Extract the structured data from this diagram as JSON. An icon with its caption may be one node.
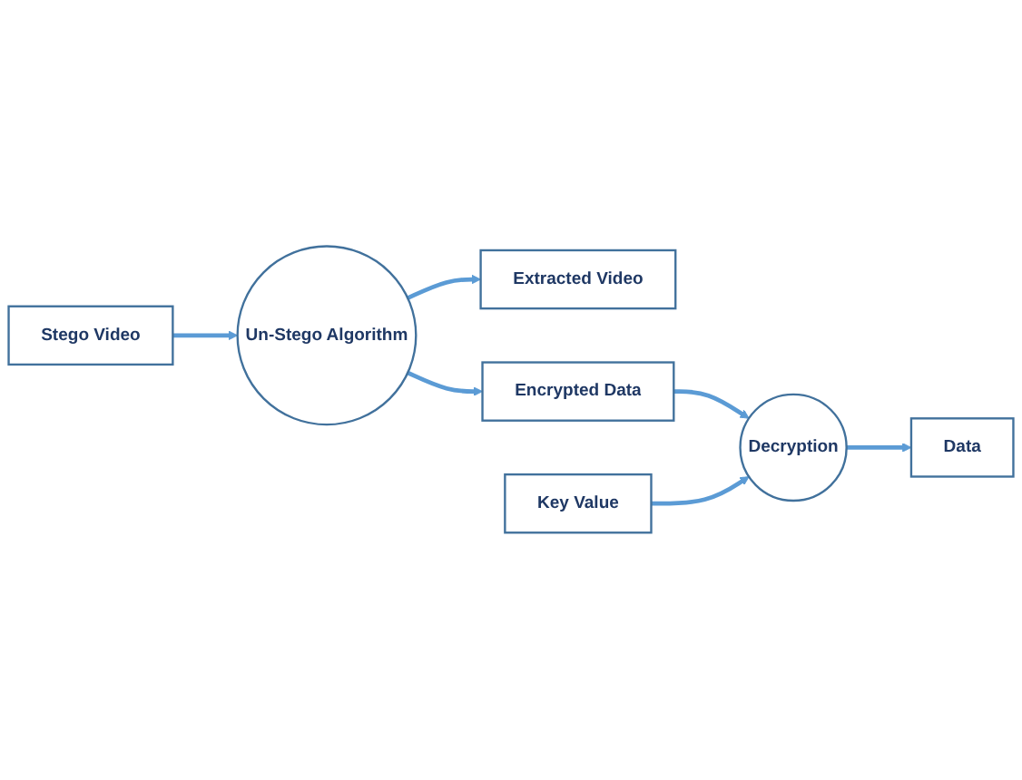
{
  "diagram": {
    "nodes": [
      {
        "text": [
          "Extracted Video"
        ]
      },
      {
        "text": [
          "Stego Video"
        ]
      },
      {
        "text": [
          "Un-Stego Algorithm"
        ]
      },
      {
        "text": [
          "Encrypted Data"
        ]
      },
      {
        "text": [
          "Data"
        ]
      },
      {
        "text": [
          "Decryption"
        ]
      },
      {
        "text": [
          "Key Value"
        ]
      }
    ],
    "edges": [
      {
        "from": 1,
        "to": 2,
        "arrow": "to"
      },
      {
        "from": 2,
        "to": 0,
        "arrow": "to"
      },
      {
        "from": 2,
        "to": 3,
        "arrow": "to"
      },
      {
        "from": 3,
        "to": 5,
        "arrow": "to"
      },
      {
        "from": 6,
        "to": 5,
        "arrow": "to"
      },
      {
        "from": 5,
        "to": 4,
        "arrow": "to"
      }
    ]
  }
}
